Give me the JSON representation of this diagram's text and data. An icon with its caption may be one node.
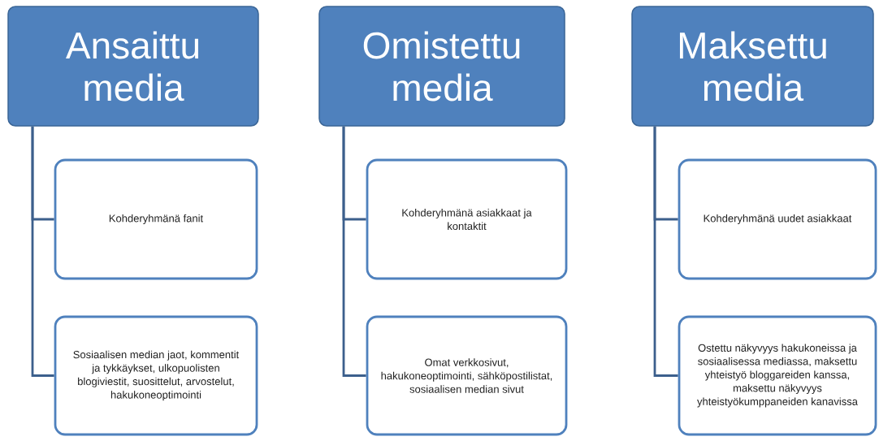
{
  "diagram": {
    "nodes": [
      {
        "text": [
          "Ansaittu media"
        ]
      },
      {
        "text": [
          "Kohderyhmänä fanit"
        ]
      },
      {
        "text": [
          "Sosiaalisen median jaot, kommentit ja tykkäykset, ulkopuolisten blogiviestit, suosittelut, arvostelut, hakukoneoptimointi"
        ]
      },
      {
        "text": [
          "Omistettu media"
        ]
      },
      {
        "text": [
          "Kohderyhmänä asiakkaat ja kontaktit"
        ]
      },
      {
        "text": [
          "Omat verkkosivut, hakukoneoptimointi, sähköpostilistat, sosiaalisen median sivut"
        ]
      },
      {
        "text": [
          "Maksettu media"
        ]
      },
      {
        "text": [
          "Kohderyhmänä uudet asiakkaat"
        ]
      },
      {
        "text": [
          "Ostettu näkyvyys hakukoneissa ja sosiaalisessa mediassa, maksettu yhteistyö bloggareiden kanssa, maksettu näkyvyys yhteistyökumppaneiden kanavissa"
        ]
      }
    ],
    "edges": [
      {
        "from": 0,
        "to": 1,
        "arrow": "none"
      },
      {
        "from": 0,
        "to": 2,
        "arrow": "none"
      },
      {
        "from": 3,
        "to": 4,
        "arrow": "none"
      },
      {
        "from": 3,
        "to": 5,
        "arrow": "none"
      },
      {
        "from": 6,
        "to": 7,
        "arrow": "none"
      },
      {
        "from": 6,
        "to": 8,
        "arrow": "none"
      }
    ]
  }
}
